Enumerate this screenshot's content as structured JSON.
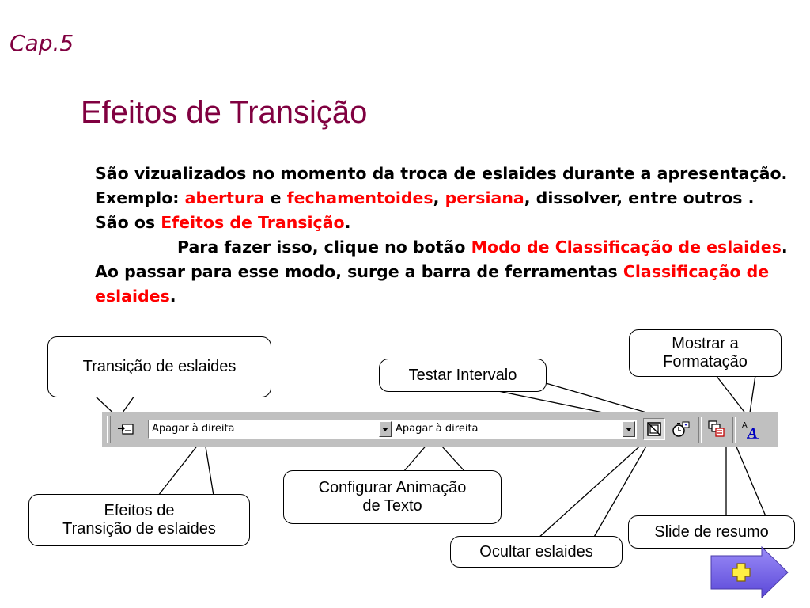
{
  "header": {
    "chapter": "Cap.5",
    "title": "Efeitos de Transição"
  },
  "body": {
    "p1_a": "São vizualizados no momento da troca de eslaides durante a apresentação. Exemplo: ",
    "p1_h1": "abertura",
    "p1_b": " e ",
    "p1_h2": "fechamentoides",
    "p1_c": ", ",
    "p1_h3": "persiana",
    "p1_d": ", dissolver, entre outros . São os ",
    "p1_h4": "Efeitos de Transição",
    "p1_e": ".",
    "p2_a": "Para fazer isso, clique no botão ",
    "p2_h1": "Modo de Classificação de eslaides",
    "p2_b": ". Ao passar para esse  modo,  surge a barra de ferramentas ",
    "p2_h2": "Classificação de eslaides",
    "p2_c": "."
  },
  "toolbar": {
    "transition_icon": "slide-transition-icon",
    "combo1_value": "Apagar à direita",
    "combo2_value": "Apagar à direita",
    "hide_slide_icon": "hide-slide-icon",
    "rehearse_timings_icon": "rehearse-timings-icon",
    "summary_slide_icon": "summary-slide-icon",
    "show_formatting_icon": "show-formatting-icon"
  },
  "callouts": {
    "transicao": "Transição de eslaides",
    "testar": "Testar Intervalo",
    "mostrar_line1": "Mostrar a",
    "mostrar_line2": "Formatação",
    "efeitos_line1": "Efeitos de",
    "efeitos_line2": "Transição de eslaides",
    "configurar_line1": "Configurar Animação",
    "configurar_line2": "de Texto",
    "slide_resumo": "Slide de resumo",
    "ocultar": "Ocultar eslaides"
  },
  "colors": {
    "title": "#800040",
    "highlight": "#ff0000",
    "toolbar": "#c0c0c0",
    "nav_arrow": "#7b68ee"
  },
  "nav": {
    "next_icon": "next-slide-arrow-icon"
  }
}
